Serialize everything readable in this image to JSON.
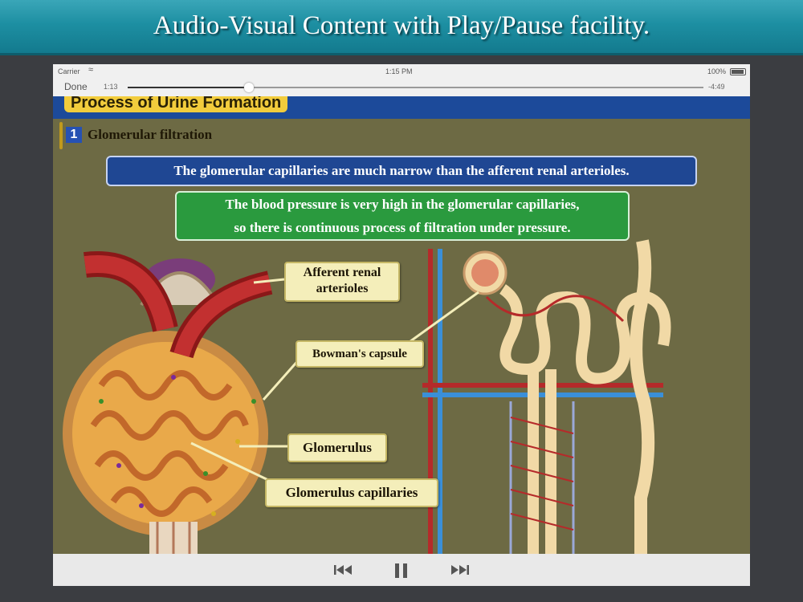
{
  "banner": {
    "title": "Audio-Visual Content with Play/Pause facility."
  },
  "status_bar": {
    "carrier": "Carrier",
    "time": "1:15 PM",
    "battery": "100%"
  },
  "player": {
    "done_label": "Done",
    "elapsed": "1:13",
    "remaining": "-4:49",
    "progress_fraction": 0.21,
    "prev_icon": "skip-back-icon",
    "pause_icon": "pause-icon",
    "next_icon": "skip-forward-icon"
  },
  "video": {
    "header_title": "Process of Urine Formation",
    "section_number": "1",
    "section_title": "Glomerular filtration",
    "note_blue": "The glomerular capillaries are much narrow than the afferent renal arterioles.",
    "note_green_line1": "The blood pressure is very high in the glomerular capillaries,",
    "note_green_line2": "so there is continuous process of filtration under pressure.",
    "labels": {
      "afferent_line1": "Afferent renal",
      "afferent_line2": "arterioles",
      "bowman": "Bowman's capsule",
      "glomerulus": "Glomerulus",
      "capillaries": "Glomerulus capillaries"
    },
    "colors": {
      "artery": "#b52a2a",
      "vein": "#3a8fd8",
      "tubule": "#f1d9a6",
      "background": "#6d6a44"
    }
  }
}
